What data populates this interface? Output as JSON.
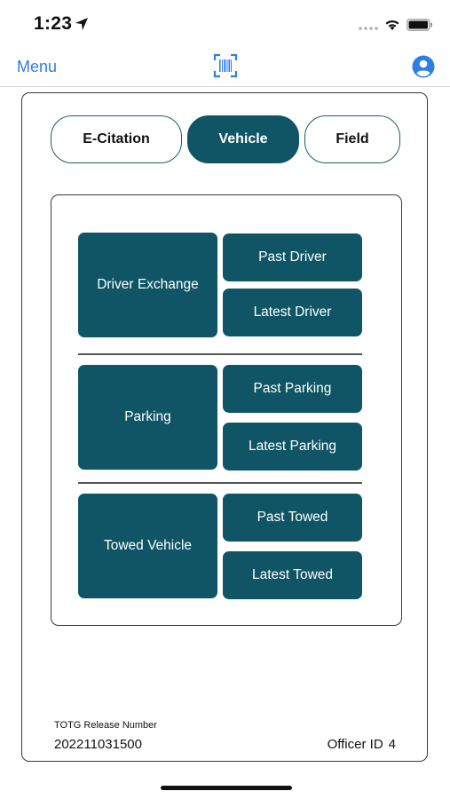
{
  "status_bar": {
    "time": "1:23"
  },
  "nav": {
    "menu_label": "Menu",
    "scan_icon": "barcode-scan-icon",
    "profile_icon": "user-profile-icon",
    "accent": "#2f7ee6"
  },
  "tabs": [
    {
      "label": "E-Citation",
      "active": false
    },
    {
      "label": "Vehicle",
      "active": true
    },
    {
      "label": "Field",
      "active": false
    }
  ],
  "groups": [
    {
      "main": "Driver Exchange",
      "past": "Past Driver",
      "latest": "Latest Driver"
    },
    {
      "main": "Parking",
      "past": "Past Parking",
      "latest": "Latest Parking"
    },
    {
      "main": "Towed Vehicle",
      "past": "Past Towed",
      "latest": "Latest Towed"
    }
  ],
  "footer": {
    "release_label": "TOTG Release Number",
    "release_value": "202211031500",
    "officer_label": "Officer ID",
    "officer_value": "4"
  },
  "colors": {
    "primary": "#0f5566",
    "link": "#2f7ee6"
  }
}
